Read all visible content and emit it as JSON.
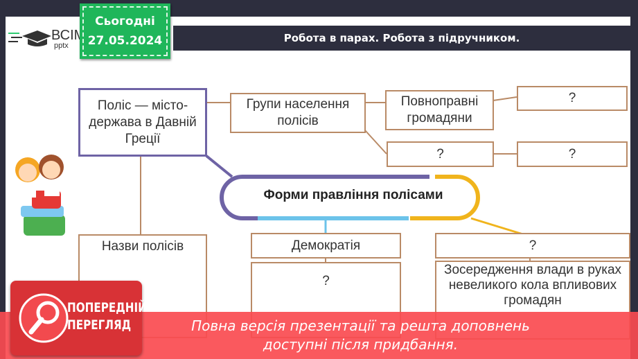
{
  "header": {
    "badge_line1": "Сьогодні",
    "badge_date": "27.05.2024",
    "title": "Робота в парах. Робота з підручником."
  },
  "logo": {
    "text": "ВСІМ",
    "sub": "pptx"
  },
  "diagram": {
    "polis": "Поліс — місто-держава в Давній Греції",
    "groups": "Групи населення полісів",
    "full_citizens": "Повноправні громадяни",
    "q1": "?",
    "q2": "?",
    "q3": "?",
    "center": "Форми правління полісами",
    "names": "Назви полісів",
    "democracy": "Демократія",
    "q_dem": "?",
    "q_form": "?",
    "oligarchy_desc": "Зосередження влади в руках невеликого кола впливових громадян"
  },
  "preview": {
    "badge": "ПОПЕРЕДНІЙ ПЕРЕГЛЯД",
    "line1": "Повна версія презентації та решта доповнень",
    "line2": "доступні після придбання."
  },
  "colors": {
    "green": "#1fb65a",
    "dark": "#2d2e3e",
    "purple": "#6e63a5",
    "yellow": "#f0b41c",
    "blue": "#6cc3ea",
    "red": "#d83236"
  }
}
